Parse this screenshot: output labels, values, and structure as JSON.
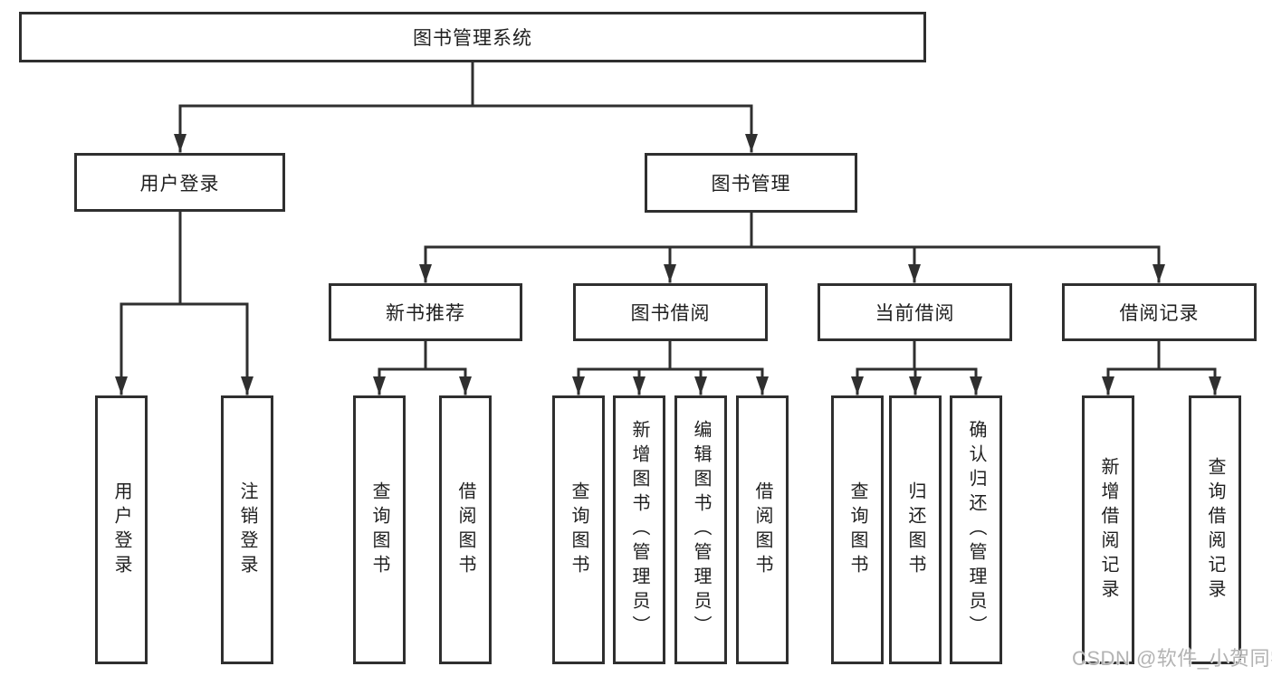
{
  "diagram": {
    "root": {
      "label": "图书管理系统",
      "children": [
        {
          "label": "用户登录",
          "children": [
            {
              "label": "用户登录"
            },
            {
              "label": "注销登录"
            }
          ]
        },
        {
          "label": "图书管理",
          "children": [
            {
              "label": "新书推荐",
              "children": [
                {
                  "label": "查询图书"
                },
                {
                  "label": "借阅图书"
                }
              ]
            },
            {
              "label": "图书借阅",
              "children": [
                {
                  "label": "查询图书"
                },
                {
                  "label": "新增图书（管理员）"
                },
                {
                  "label": "编辑图书（管理员）"
                },
                {
                  "label": "借阅图书"
                }
              ]
            },
            {
              "label": "当前借阅",
              "children": [
                {
                  "label": "查询图书"
                },
                {
                  "label": "归还图书"
                },
                {
                  "label": "确认归还（管理员）"
                }
              ]
            },
            {
              "label": "借阅记录",
              "children": [
                {
                  "label": "新增借阅记录"
                },
                {
                  "label": "查询借阅记录"
                }
              ]
            }
          ]
        }
      ]
    }
  },
  "watermark": {
    "text": "CSDN @软件_小贺同学"
  },
  "colors": {
    "line": "#2f2f2f",
    "box_border": "#2f2f2f",
    "box_fill": "#ffffff",
    "text": "#1f1f1f",
    "watermark": "#b3b3b3",
    "background": "#ffffff"
  }
}
